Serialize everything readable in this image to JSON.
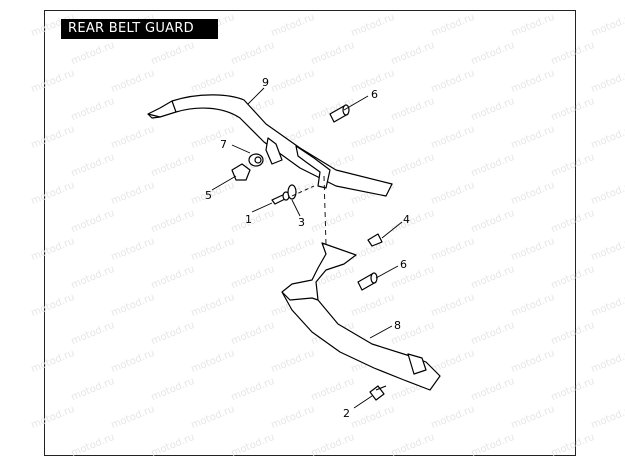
{
  "title": "REAR BELT GUARD",
  "watermark_text": "motod.ru",
  "callouts": {
    "c1": "1",
    "c2": "2",
    "c3": "3",
    "c4": "4",
    "c5": "5",
    "c6a": "6",
    "c6b": "6",
    "c7": "7",
    "c8": "8",
    "c9": "9"
  }
}
